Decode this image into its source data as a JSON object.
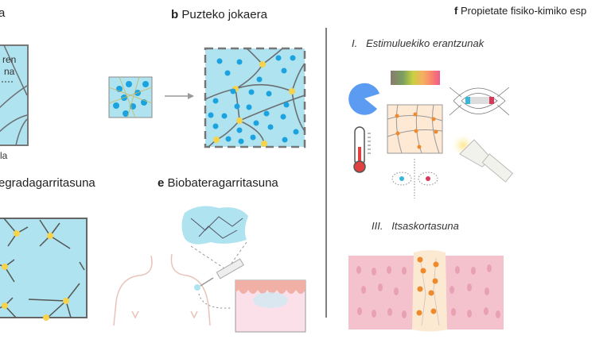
{
  "panels": {
    "a": {
      "title_fragment": "a",
      "label_line1": "ren",
      "label_line2": "na",
      "bottom_label": "la"
    },
    "b": {
      "letter": "b",
      "title": "Puzteko jokaera"
    },
    "d": {
      "title_fragment": "egradagarritasuna"
    },
    "e": {
      "letter": "e",
      "title": "Biobateragarritasuna"
    },
    "f": {
      "letter": "f",
      "title": "Propietate fisiko-kimiko esp",
      "section1": {
        "numeral": "I.",
        "title": "Estimuluekiko erantzunak"
      },
      "section3": {
        "numeral": "III.",
        "title": "Itsaskortasuna"
      }
    }
  },
  "colors": {
    "gel": "#aee3ef",
    "dot": "#1aa3e0",
    "crosslink": "#f5d34a",
    "strand": "#6b6f73",
    "tissue": "#f3c2cc",
    "accent_orange": "#ef8a2c"
  }
}
